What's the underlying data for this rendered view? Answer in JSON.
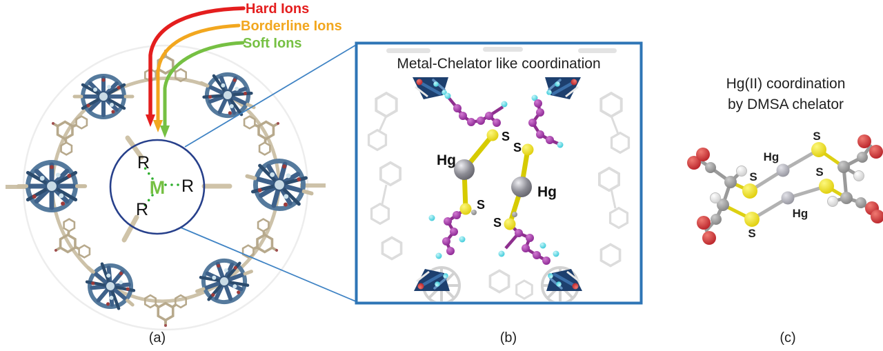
{
  "figure": {
    "panel_a": {
      "label": "(a)",
      "ions": [
        {
          "label": "Hard Ions",
          "color": "#e41e1e"
        },
        {
          "label": "Borderline Ions",
          "color": "#f2a71f"
        },
        {
          "label": "Soft Ions",
          "color": "#76c043"
        }
      ],
      "center": {
        "metal_label": "M",
        "metal_color": "#76c043",
        "bond_dot_color": "#2fae2f",
        "circle_color": "#27408b",
        "r_top": "R",
        "r_right": "R",
        "r_bottom": "R"
      }
    },
    "panel_b": {
      "label": "(b)",
      "title": "Metal-Chelator like coordination",
      "border_color": "#2e75b6",
      "connector_color": "#3f83c4",
      "labels": {
        "hg_left": "Hg",
        "hg_right": "Hg",
        "s_top_left": "S",
        "s_top_right": "S",
        "s_bottom_left": "S",
        "s_bottom_right": "S"
      },
      "atom_colors": {
        "mercury": "#84848c",
        "sulfur": "#e8dc0a",
        "chain_carbon": "#8e2f8e",
        "hydrogen_cyan": "#39d3e2"
      }
    },
    "panel_c": {
      "label": "(c)",
      "title_line1": "Hg(II) coordination",
      "title_line2": "by DMSA chelator",
      "labels": {
        "hg_top": "Hg",
        "hg_bottom": "Hg",
        "s_left": "S",
        "s_bottom_left": "S",
        "s_top": "S",
        "s_right": "S"
      },
      "atom_colors": {
        "oxygen": "#c31f28",
        "carbon": "#8b8b8b",
        "sulfur": "#e8d906",
        "mercury": "#9a9aa2",
        "hydrogen": "#f2f2f2"
      }
    }
  }
}
